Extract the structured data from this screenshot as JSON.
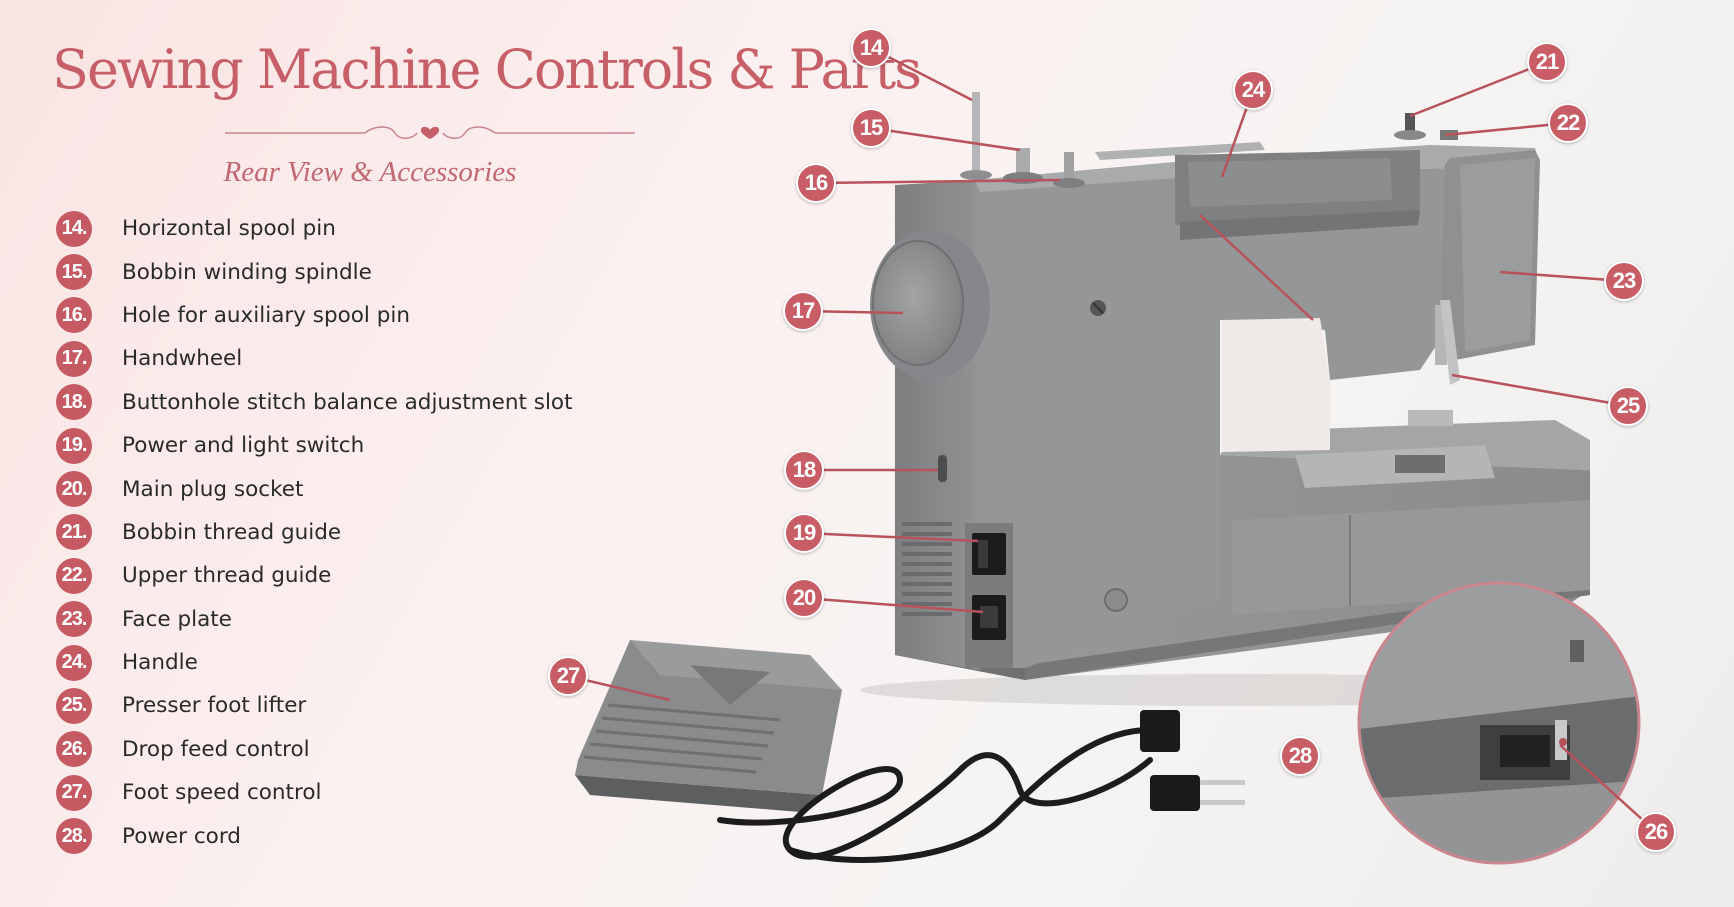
{
  "title": "Sewing Machine Controls & Parts",
  "subtitle": "Rear View & Accessories",
  "parts": [
    {
      "number": "14.",
      "label": "Horizontal spool pin"
    },
    {
      "number": "15.",
      "label": "Bobbin winding spindle"
    },
    {
      "number": "16.",
      "label": "Hole for auxiliary spool pin"
    },
    {
      "number": "17.",
      "label": "Handwheel"
    },
    {
      "number": "18.",
      "label": "Buttonhole stitch balance adjustment slot"
    },
    {
      "number": "19.",
      "label": "Power and light switch"
    },
    {
      "number": "20.",
      "label": "Main plug socket"
    },
    {
      "number": "21.",
      "label": "Bobbin thread guide"
    },
    {
      "number": "22.",
      "label": "Upper thread guide"
    },
    {
      "number": "23.",
      "label": "Face plate"
    },
    {
      "number": "24.",
      "label": "Handle"
    },
    {
      "number": "25.",
      "label": "Presser foot lifter"
    },
    {
      "number": "26.",
      "label": "Drop feed control"
    },
    {
      "number": "27.",
      "label": "Foot speed control"
    },
    {
      "number": "28.",
      "label": "Power cord"
    }
  ],
  "callouts": [
    "14",
    "15",
    "16",
    "17",
    "18",
    "19",
    "20",
    "21",
    "22",
    "23",
    "24",
    "25",
    "26",
    "27",
    "28"
  ],
  "colors": {
    "accent": "#c55a63",
    "title": "#c75f68",
    "machine_body": "#8d8e8f",
    "text": "#2a2a2a"
  }
}
